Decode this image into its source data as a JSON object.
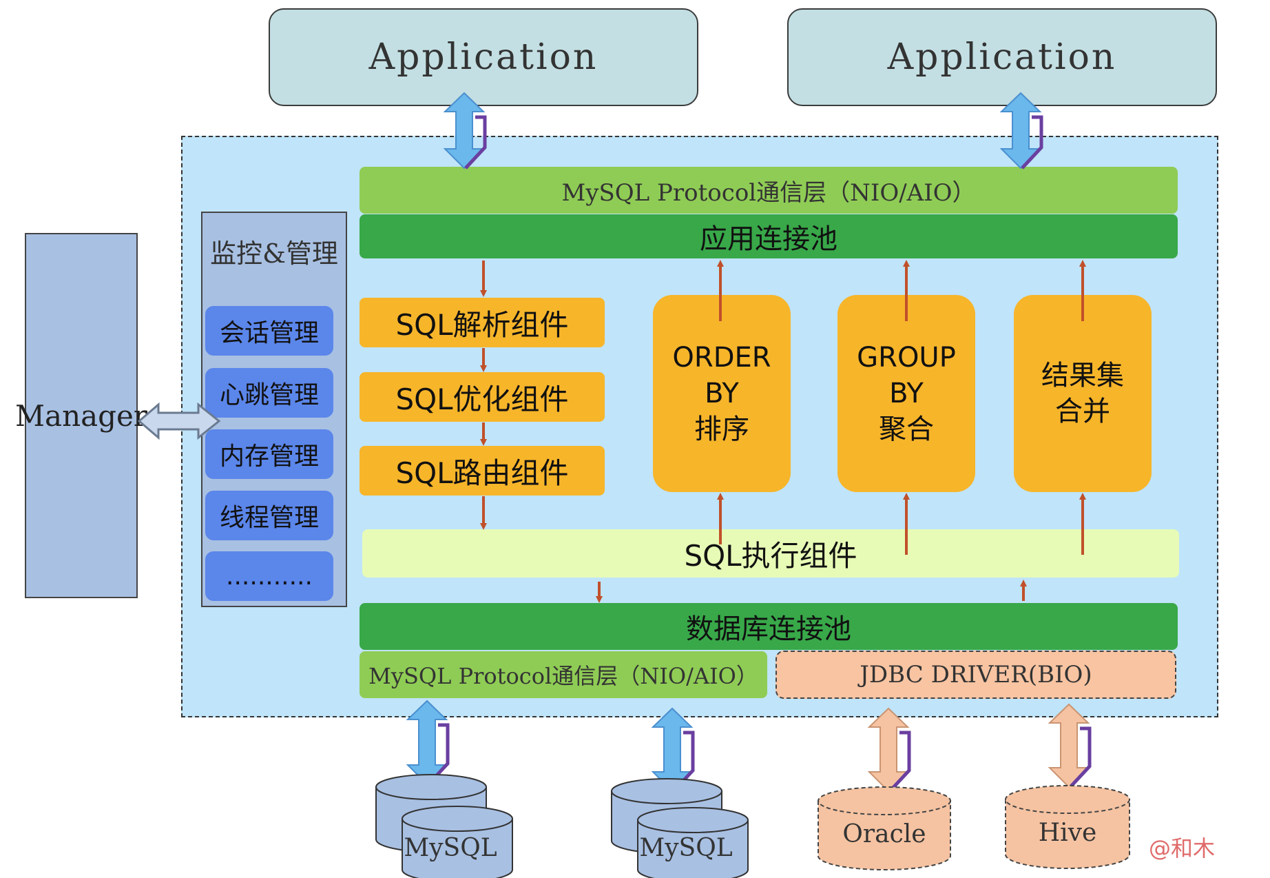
{
  "applications": [
    "Application",
    "Application"
  ],
  "manager": {
    "label": "Manager"
  },
  "monitor": {
    "title": "监控&管理",
    "items": [
      "会话管理",
      "心跳管理",
      "内存管理",
      "线程管理",
      "..........."
    ]
  },
  "layers": {
    "protocol_top": "MySQL Protocol通信层（NIO/AIO）",
    "app_pool": "应用连接池",
    "sql_parse": "SQL解析组件",
    "sql_optimize": "SQL优化组件",
    "sql_route": "SQL路由组件",
    "order_by": [
      "ORDER BY",
      "排序"
    ],
    "group_by": [
      "GROUP BY",
      "聚合"
    ],
    "result_merge": [
      "结果集",
      "合并"
    ],
    "sql_exec": "SQL执行组件",
    "db_pool": "数据库连接池",
    "protocol_bottom": "MySQL Protocol通信层（NIO/AIO）",
    "jdbc": "JDBC DRIVER(BIO)"
  },
  "databases": [
    "MySQL",
    "MySQL",
    "Oracle",
    "Hive"
  ],
  "watermark": "@和木",
  "colors": {
    "app_fill": "#c3dfe3",
    "container_fill": "#c0e4f9",
    "protocol_green": "#8fcc55",
    "pool_green": "#38a849",
    "component_orange": "#f7b52a",
    "exec_fill": "#e7fbb6",
    "monitor_item_blue": "#5b86ea",
    "jdbc_fill": "#f8c4a2",
    "arrow_red": "#c0502a"
  }
}
